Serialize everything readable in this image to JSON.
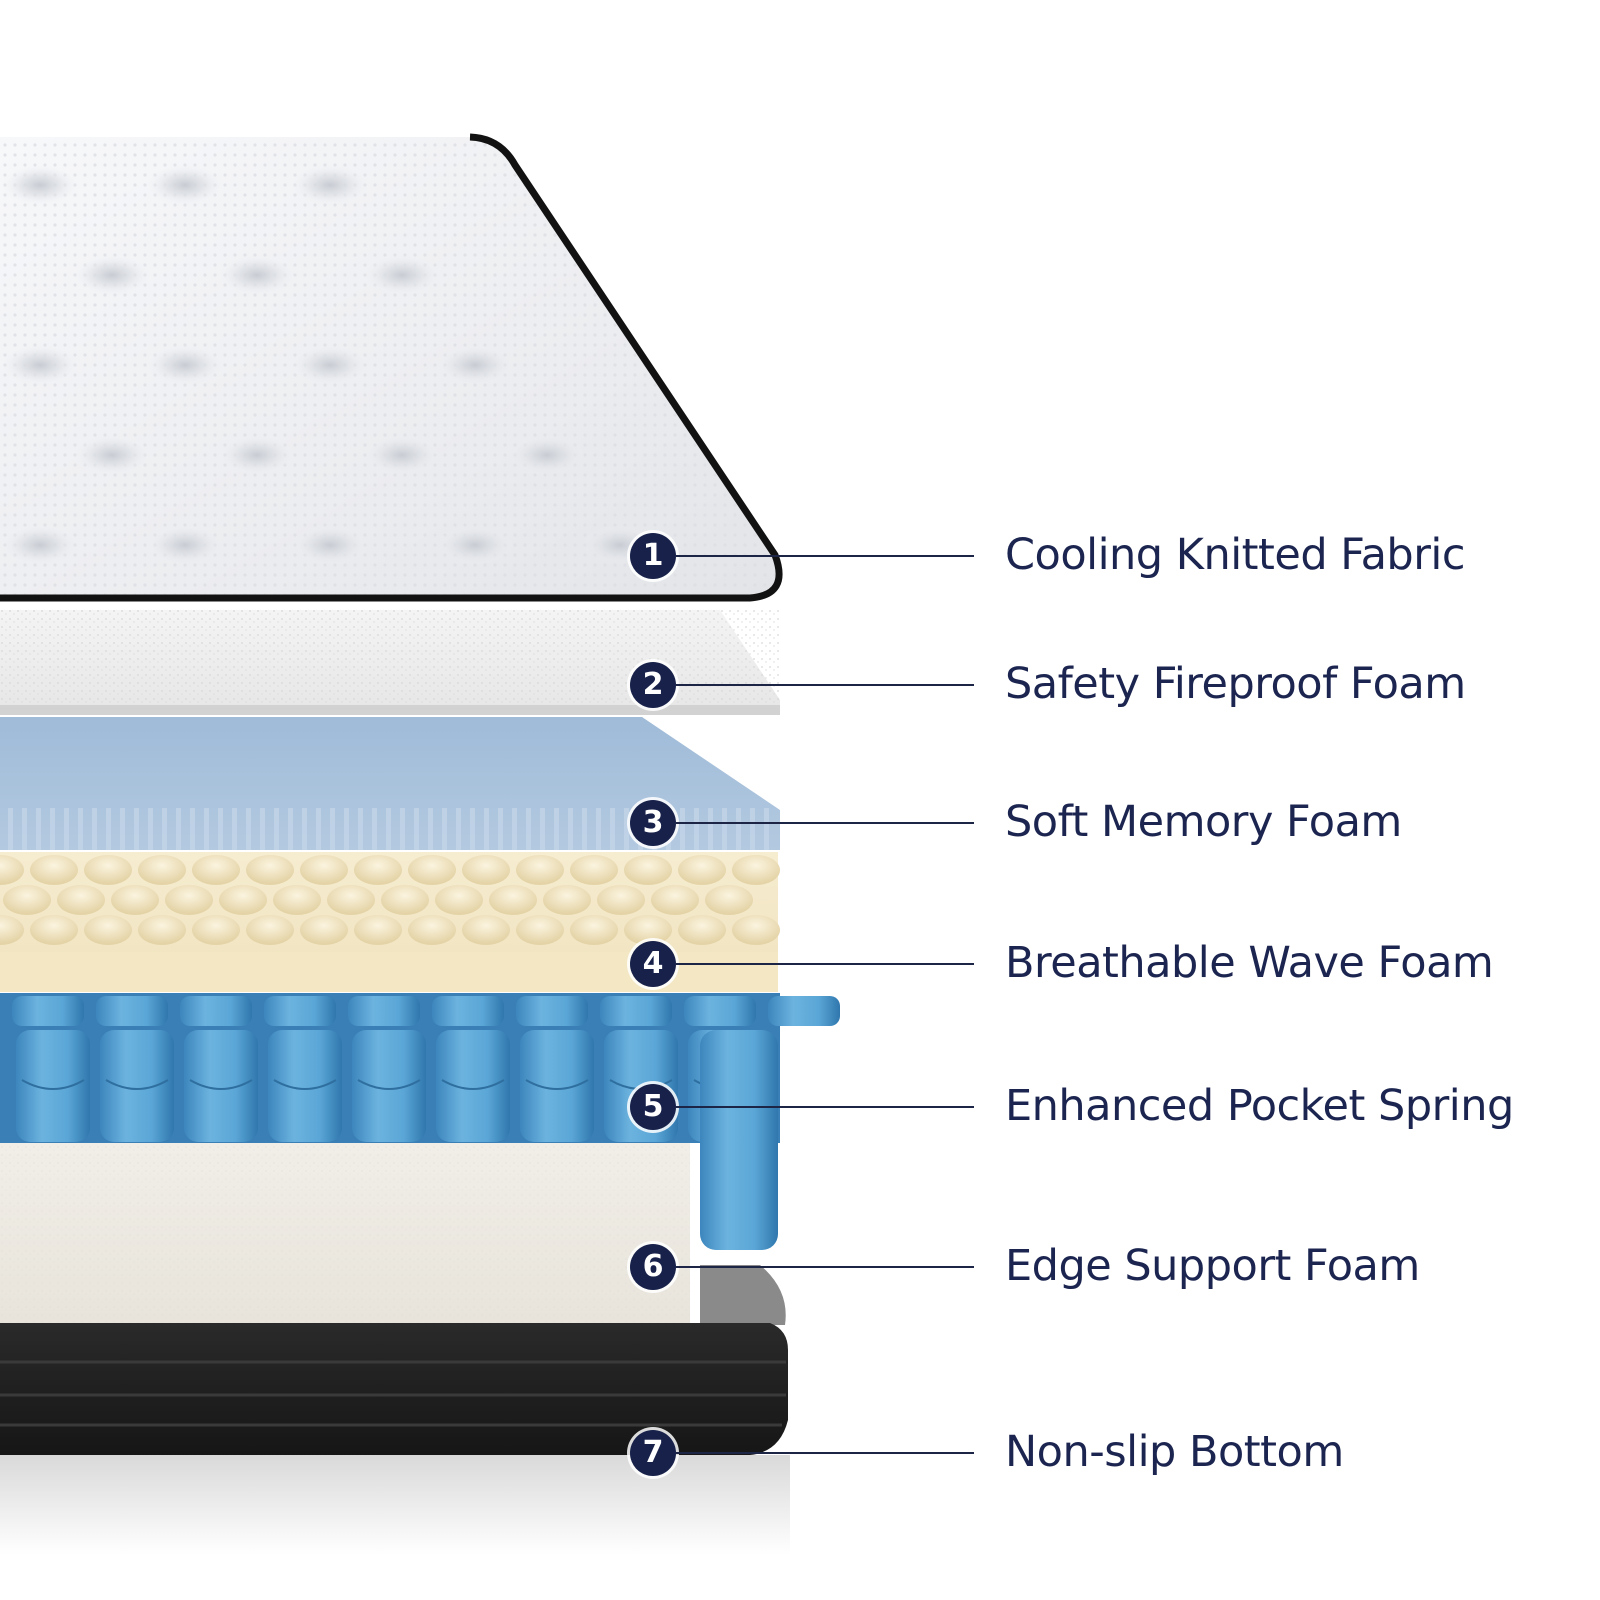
{
  "layers": [
    {
      "number": "1",
      "label": "Cooling Knitted Fabric"
    },
    {
      "number": "2",
      "label": "Safety Fireproof Foam"
    },
    {
      "number": "3",
      "label": "Soft Memory Foam"
    },
    {
      "number": "4",
      "label": "Breathable Wave Foam"
    },
    {
      "number": "5",
      "label": "Enhanced Pocket Spring"
    },
    {
      "number": "6",
      "label": "Edge Support Foam"
    },
    {
      "number": "7",
      "label": "Non-slip Bottom"
    }
  ],
  "colors": {
    "badge": "#17214a",
    "label_text": "#1b2550",
    "leader_line": "#1c2546",
    "fabric": "#f1f2f4",
    "memory_foam": "#a7c0db",
    "wave_foam": "#f3e8c8",
    "spring": "#5ea9d8",
    "edge_foam": "#efebe3",
    "bottom": "#1e1e1e"
  }
}
